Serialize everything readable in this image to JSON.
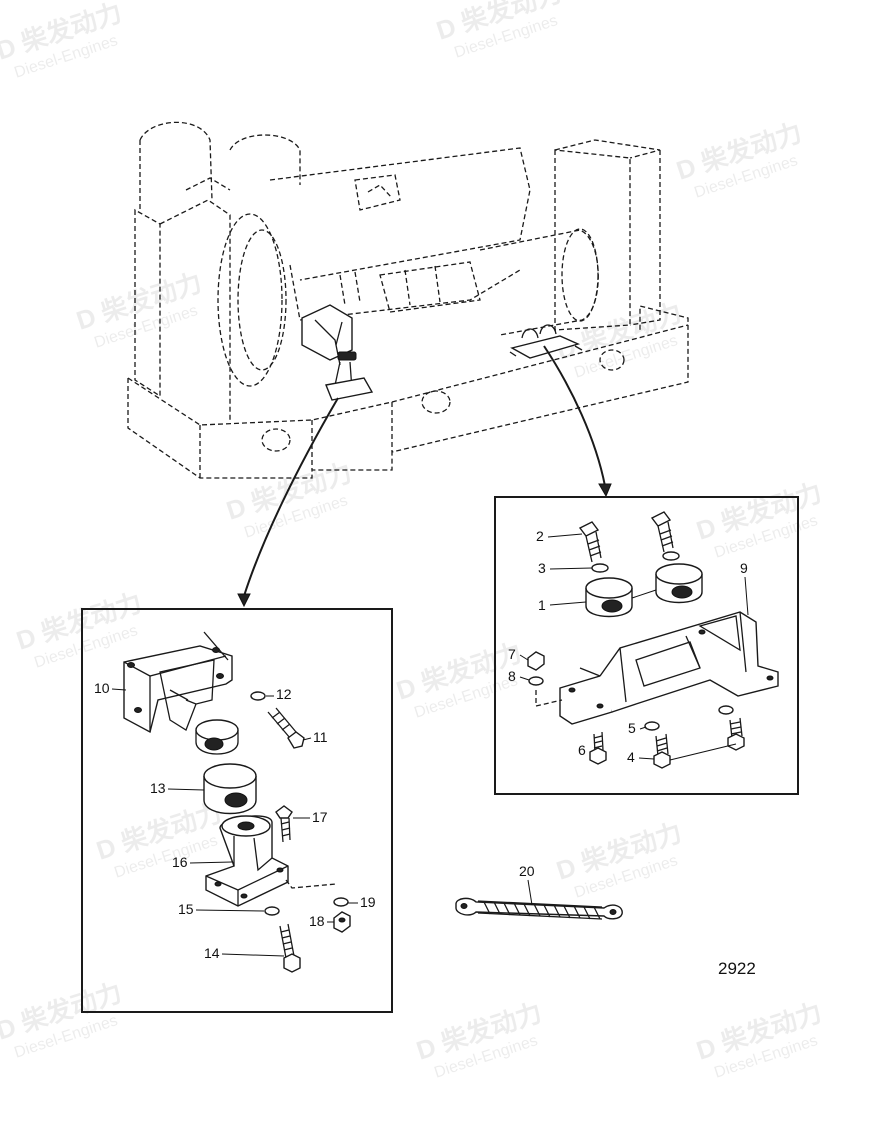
{
  "watermark": {
    "cn": "柴发动力",
    "en": "Diesel-Engines",
    "logo_glyph": "D"
  },
  "figure_number": "2922",
  "callouts": [
    {
      "id": "1",
      "label": "1"
    },
    {
      "id": "2",
      "label": "2"
    },
    {
      "id": "3",
      "label": "3"
    },
    {
      "id": "4",
      "label": "4"
    },
    {
      "id": "5",
      "label": "5"
    },
    {
      "id": "6",
      "label": "6"
    },
    {
      "id": "7",
      "label": "7"
    },
    {
      "id": "8",
      "label": "8"
    },
    {
      "id": "9",
      "label": "9"
    },
    {
      "id": "10",
      "label": "10"
    },
    {
      "id": "11",
      "label": "11"
    },
    {
      "id": "12",
      "label": "12"
    },
    {
      "id": "13",
      "label": "13"
    },
    {
      "id": "14",
      "label": "14"
    },
    {
      "id": "15",
      "label": "15"
    },
    {
      "id": "16",
      "label": "16"
    },
    {
      "id": "17",
      "label": "17"
    },
    {
      "id": "18",
      "label": "18"
    },
    {
      "id": "19",
      "label": "19"
    },
    {
      "id": "20",
      "label": "20"
    }
  ]
}
